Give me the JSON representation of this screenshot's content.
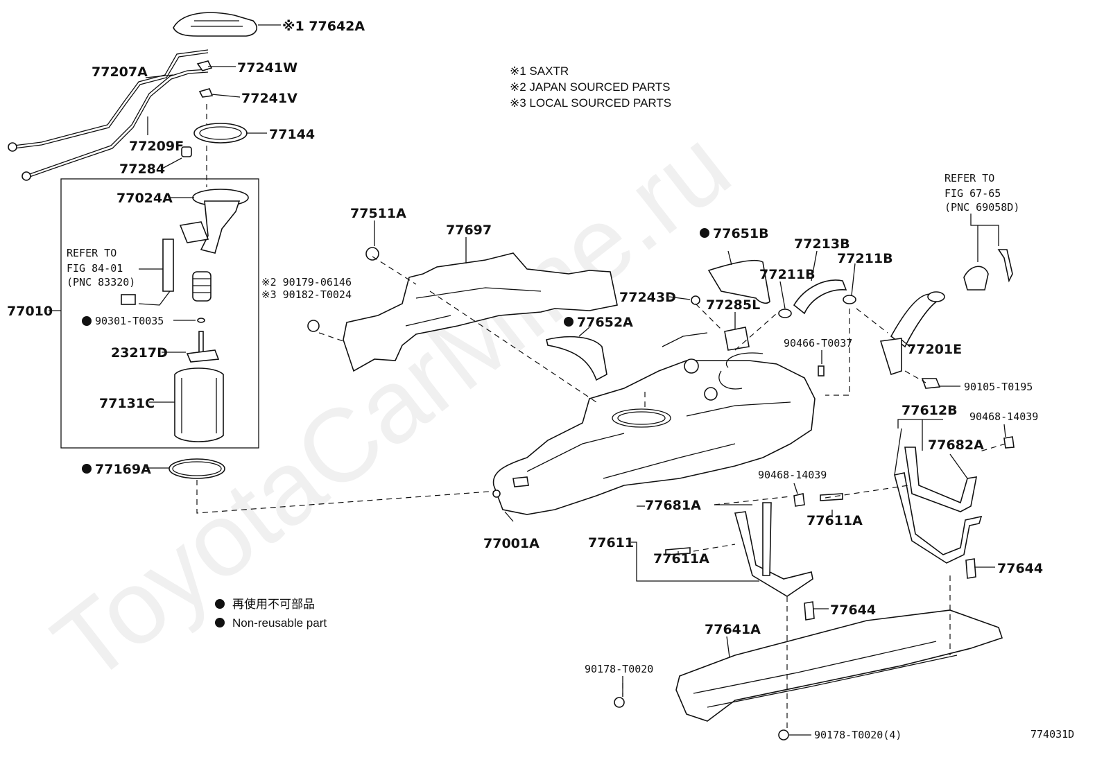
{
  "notes": {
    "n1": "※1 SAXTR",
    "n2": "※2 JAPAN SOURCED PARTS",
    "n3": "※3 LOCAL SOURCED PARTS"
  },
  "legend": {
    "jp": "再使用不可部品",
    "en": "Non-reusable part"
  },
  "watermark": "ToyotaCarMine.ru",
  "figure_id": "774031D",
  "refer_fuel": [
    "REFER TO",
    "FIG 84-01",
    "(PNC 83320)"
  ],
  "refer_lock": [
    "REFER TO",
    "FIG 67-65",
    "(PNC 69058D)"
  ],
  "parts": {
    "p77642A": "※1 77642A",
    "p77207A": "77207A",
    "p77241W": "77241W",
    "p77241V": "77241V",
    "p77144": "77144",
    "p77209F": "77209F",
    "p77284": "77284",
    "p77024A": "77024A",
    "p77010": "77010",
    "p90301": "90301-T0035",
    "p23217D": "23217D",
    "p77131C": "77131C",
    "p77169A": "77169A",
    "p90179": "※2 90179-06146",
    "p90182": "※3 90182-T0024",
    "p77511A": "77511A",
    "p77697": "77697",
    "p77651B": "77651B",
    "p77213B": "77213B",
    "p77211B_1": "77211B",
    "p77211B_2": "77211B",
    "p77243D": "77243D",
    "p77285L": "77285L",
    "p77652A": "77652A",
    "p90466": "90466-T0037",
    "p77201E": "77201E",
    "p90105": "90105-T0195",
    "p77612B": "77612B",
    "p90468_r": "90468-14039",
    "p77682A": "77682A",
    "p90468_m": "90468-14039",
    "p77681A": "77681A",
    "p77611A_r": "77611A",
    "p77611": "77611",
    "p77611A_l": "77611A",
    "p77001A": "77001A",
    "p77644_r": "77644",
    "p77644_m": "77644",
    "p77641A": "77641A",
    "p90178_l": "90178-T0020",
    "p90178_b": "90178-T0020(4)"
  }
}
